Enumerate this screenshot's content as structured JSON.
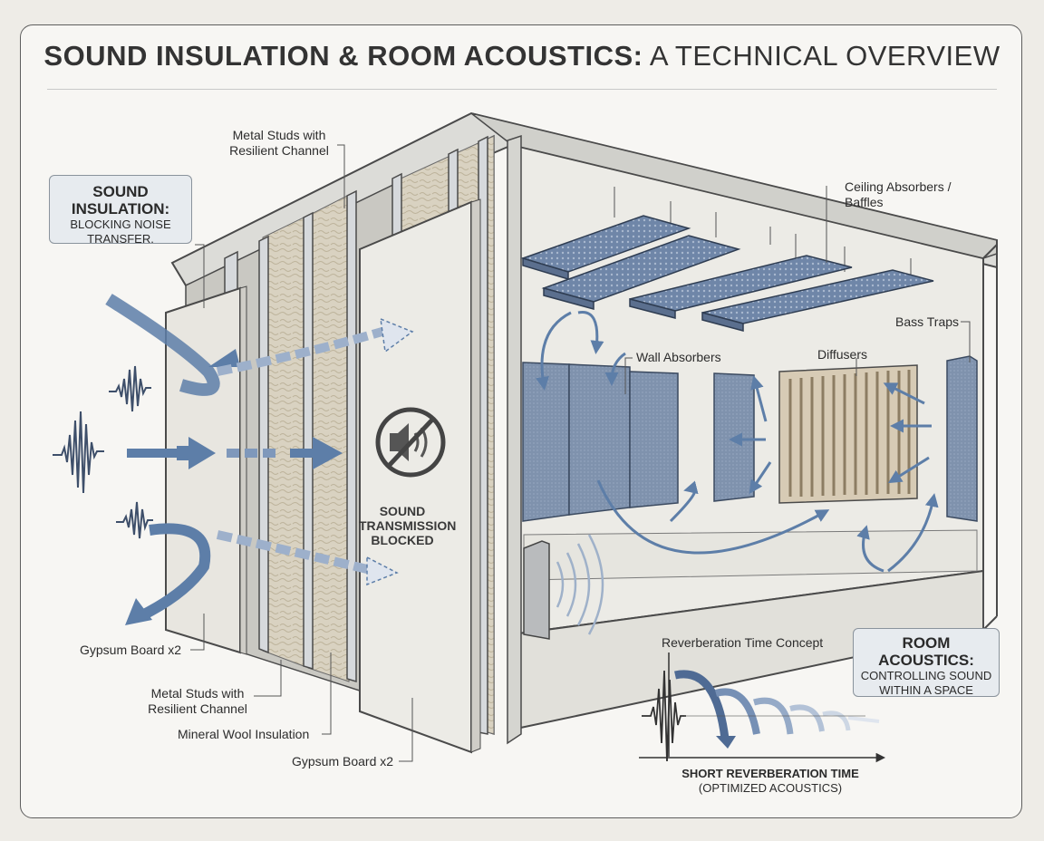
{
  "title": {
    "bold": "SOUND INSULATION & ROOM ACOUSTICS:",
    "rest": " A TECHNICAL OVERVIEW"
  },
  "insulation_box": {
    "heading_1": "SOUND",
    "heading_2": "INSULATION:",
    "sub_1": "BLOCKING NOISE",
    "sub_2": "TRANSFER."
  },
  "room_box": {
    "heading_1": "ROOM",
    "heading_2": "ACOUSTICS:",
    "sub_1": "CONTROLLING SOUND",
    "sub_2": "WITHIN A SPACE"
  },
  "labels": {
    "studs_top_1": "Metal Studs with",
    "studs_top_2": "Resilient Channel",
    "gypsum_left": "Gypsum Board x2",
    "studs_bottom_1": "Metal Studs with",
    "studs_bottom_2": "Resilient Channel",
    "mineral_wool": "Mineral Wool Insulation",
    "gypsum_right": "Gypsum Board x2",
    "ceiling_1": "Ceiling Absorbers /",
    "ceiling_2": "Baffles",
    "bass_traps": "Bass Traps",
    "wall_absorbers": "Wall Absorbers",
    "diffusers": "Diffusers",
    "reverb_concept": "Reverberation Time Concept"
  },
  "blocked": {
    "line1": "SOUND",
    "line2": "TRANSMISSION",
    "line3": "BLOCKED"
  },
  "reverb_caption": {
    "line1": "SHORT REVERBERATION TIME",
    "line2": "(OPTIMIZED ACOUSTICS)"
  },
  "icons": {
    "mute": "speaker-muted-icon"
  },
  "colors": {
    "accent_blue": "#5d7ea8",
    "panel_blue": "#8095b2",
    "wool": "#d8d0bd",
    "outline": "#4a4a4a"
  }
}
